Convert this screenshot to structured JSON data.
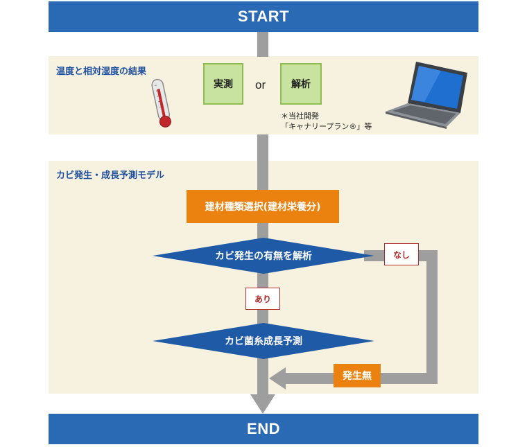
{
  "start_label": "START",
  "end_label": "END",
  "section1": {
    "title": "温度と相対湿度の結果",
    "option_a": "実測",
    "or_text": "or",
    "option_b": "解析",
    "note_line1": "＊当社開発",
    "note_line2": "「キャナリープラン®」等"
  },
  "section2": {
    "title": "カビ発生・成長予測モデル",
    "step_select": "建材種類選択(建材栄養分)",
    "decision_1": "カビ発生の有無を解析",
    "decision_2": "カビ菌糸成長予測",
    "tag_no": "なし",
    "tag_yes": "あり",
    "tag_none_occurrence": "発生無"
  },
  "colors": {
    "blue_bar": "#2a6ab5",
    "diamond": "#1f5aa6",
    "panel": "#f6f2df",
    "orange": "#eb820f",
    "green": "#c8e3a0",
    "arrow_gray": "#9e9e9e",
    "tag_red": "#b22a2a"
  },
  "icons": {
    "thermometer": "thermometer-icon",
    "laptop": "laptop-icon"
  }
}
